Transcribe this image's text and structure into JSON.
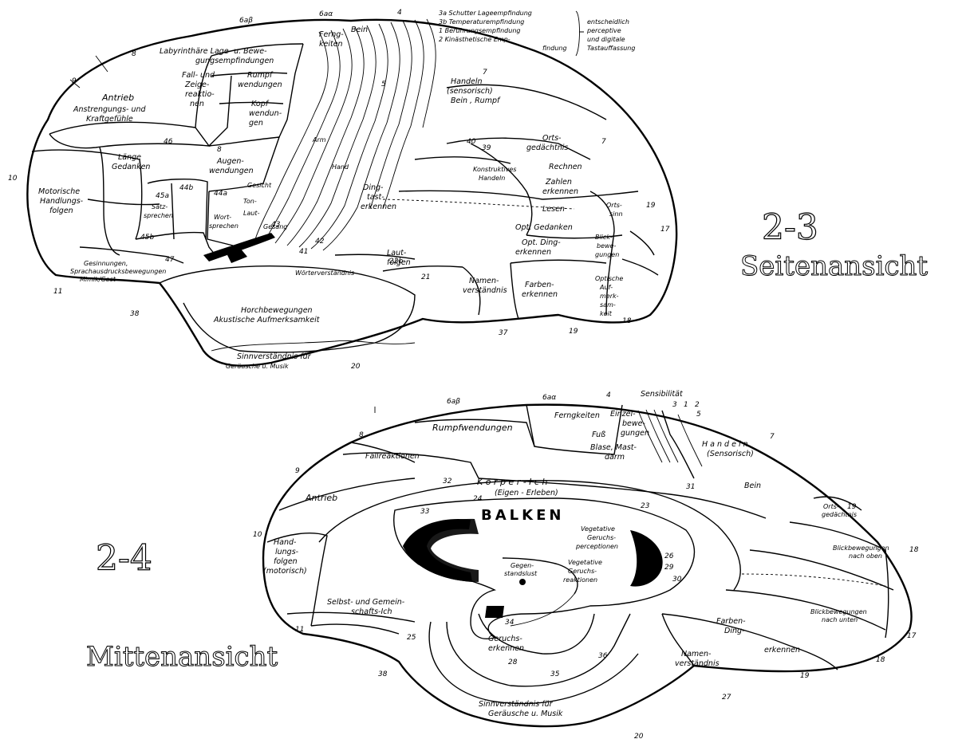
{
  "lateral": {
    "numbers": {
      "n6ab": "6aβ",
      "n6aa": "6aα",
      "n4": "4",
      "n8": "8",
      "n9": "9",
      "n10": "10",
      "n46": "46",
      "n8b": "8",
      "n44b": "44b",
      "n44a": "44a",
      "n45a": "45a",
      "n45b": "45b",
      "n47": "47",
      "n11": "11",
      "n38": "38",
      "n43": "43",
      "n40": "40",
      "n39": "39",
      "n22b": "22b",
      "n21": "21",
      "n37": "37",
      "n19a": "19",
      "n18": "18",
      "n17": "17",
      "n19b": "19",
      "n7": "7",
      "n5": "5",
      "n41": "41",
      "n42": "42",
      "n20": "20"
    },
    "legend": {
      "l1": "3a Schutter Lageempfindung",
      "l2": "3b Temperaturempfindung",
      "l3": "1 Berührungsempfindung",
      "l4": "2 Kinästhetische Emp-",
      "l5": "findung",
      "r1": "entscheidlich",
      "r2": "perceptive",
      "r3": "und digitale",
      "r4": "Tastauffassung"
    },
    "regions": {
      "labyrinth1": "Labyrinthäre Lage- u. Bewe-",
      "labyrinth2": "gungsempfindungen",
      "ferng1": "Ferng-",
      "ferng2": "keiten",
      "bein": "Bein",
      "fall1": "Fall- und",
      "fall2": "Zeige-",
      "fall3": "reaktio-",
      "fall4": "nen",
      "rumpf1": "Rumpf",
      "rumpf2": "wendungen",
      "kopf1": "Kopf",
      "kopf2": "wendun-",
      "kopf3": "gen",
      "antrieb1": "Antrieb",
      "antrieb2": "Anstrengungs- und",
      "antrieb3": "Kraftgefühle",
      "handeln1": "Handeln",
      "handeln2": "(sensorisch)",
      "handeln3": "Bein , Rumpf",
      "lange1": "Länge",
      "lange2": "Gedanken",
      "augen1": "Augen-",
      "augen2": "wendungen",
      "motor1": "Motorische",
      "motor2": "Handlungs-",
      "motor3": "folgen",
      "satz1": "Satz-",
      "satz2": "sprechen",
      "wort1": "Wort-",
      "wort2": "sprechen",
      "laut": "Laut-",
      "ton": "Ton-",
      "gesang": "Gesang",
      "hand": "Hand",
      "arm": "Arm",
      "gesicht": "Gesicht",
      "orts1": "Orts-",
      "orts2": "gedächtnis",
      "rechnen": "Rechnen",
      "zahlen1": "Zahlen",
      "zahlen2": "erkennen",
      "lesen": "Lesen",
      "ding1": "Ding-",
      "ding2": "tast-",
      "ding3": "erkennen",
      "konstr1": "Konstruktives",
      "konstr2": "Handeln",
      "optged": "Opt. Gedanken",
      "optding1": "Opt. Ding-",
      "optding2": "erkennen",
      "ortssinn1": "Orts-",
      "ortssinn2": "sinn",
      "blick1": "Blick-",
      "blick2": "bewe-",
      "blick3": "gungen",
      "farben1": "Farben-",
      "farben2": "erkennen",
      "optauf1": "Optische",
      "optauf2": "Auf-",
      "optauf3": "merk-",
      "optauf4": "sam-",
      "optauf5": "keit",
      "namen1": "Namen-",
      "namen2": "verständnis",
      "lautfolgen1": "Laut-",
      "lautfolgen2": "folgen",
      "gesinnung1": "Gesinnungen,",
      "gesinnung2": "Sprachausdrucksbewegungen",
      "gesinnung3": "Mimik/Gest",
      "horch1": "Horchbewegungen",
      "horch2": "Akustische Aufmerksamkeit",
      "sinnv1": "Sinnverständnis für",
      "sinnv2": "Geräusche u. Musik",
      "woerter": "Wörterverständnis"
    },
    "handwritten": {
      "code": "2-3",
      "caption": "Seitenansicht"
    }
  },
  "medial": {
    "numbers": {
      "n6ab": "6aβ",
      "n6aa": "6aα",
      "n4": "4",
      "n5": "5",
      "n7": "7",
      "n8": "8",
      "n9": "9",
      "n10": "10",
      "n11": "11",
      "n32": "32",
      "n24": "24",
      "n33": "33",
      "n31": "31",
      "n23": "23",
      "n19a": "19",
      "n18a": "18",
      "n17": "17",
      "n18b": "18",
      "n19b": "19",
      "n27": "27",
      "n20": "20",
      "n38": "38",
      "n36": "36",
      "n28": "28",
      "n34": "34",
      "n25": "25",
      "n30": "30",
      "n26": "26",
      "n29": "29",
      "n35": "35",
      "s3": "3",
      "s1": "1",
      "s2": "2"
    },
    "regions": {
      "sens": "Sensibilität",
      "rumpf": "Rumpfwendungen",
      "ferng": "Ferngkeiten",
      "einzel1": "Einzel-",
      "einzel2": "bewe-",
      "einzel3": "gungen",
      "fuss": "Fuß",
      "blase1": "Blase, Mast-",
      "blase2": "darm",
      "handeln1": "H a n d e l n",
      "handeln2": "(Sensorisch)",
      "bein": "Bein",
      "fall": "Fallreaktionen",
      "koerper1": "K ö r p e r - I c h",
      "koerper2": "(Eigen - Erleben)",
      "antrieb": "Antrieb",
      "balken": "BALKEN",
      "veg1": "Vegetative",
      "veg2": "Geruchs-",
      "veg3": "perceptionen",
      "veg4": "Vegetative",
      "veg5": "Geruchs-",
      "veg6": "reaktionen",
      "hand1": "Hand-",
      "hand2": "lungs-",
      "hand3": "folgen",
      "hand4": "(motorisch)",
      "selbst1": "Selbst- und Gemein-",
      "selbst2": "schafts-Ich",
      "gegen1": "Gegen-",
      "gegen2": "standslust",
      "geruch1": "Geruchs-",
      "geruch2": "erkennen",
      "orts1": "Orts-",
      "orts2": "gedächtnis",
      "blick1": "Blickbewegungen",
      "blick2": "nach oben",
      "blick3": "Blickbewegungen",
      "blick4": "nach unten",
      "farben1": "Farben-",
      "farben2": "Ding-",
      "farben3": "erkennen",
      "namen1": "Namen-",
      "namen2": "verständnis",
      "sinnv1": "Sinnverständnis für",
      "sinnv2": "Geräusche u. Musik"
    },
    "handwritten": {
      "code": "2-4",
      "caption": "Mittenansicht"
    }
  }
}
